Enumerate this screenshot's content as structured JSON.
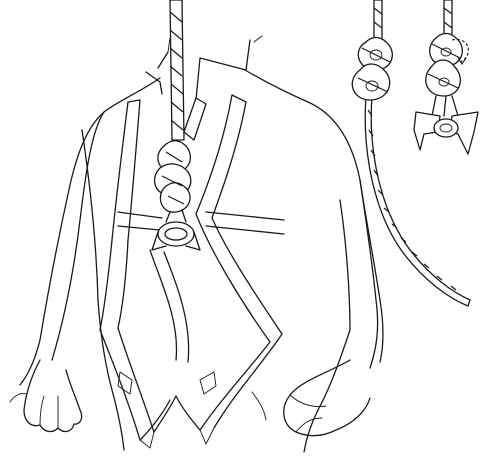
{
  "figure": {
    "panels": [
      {
        "id": "main",
        "subject": "person-in-full-body-harness",
        "attachment": "dorsal-d-ring",
        "knot": "figure-eight-follow-through"
      },
      {
        "id": "detail-left",
        "subject": "figure-eight-knot-on-rope"
      },
      {
        "id": "detail-right",
        "subject": "figure-eight-knot-tied-to-d-ring",
        "arrow": "dashed-rotation-arrow"
      }
    ],
    "colors": {
      "line": "#1a1a1a",
      "background": "#ffffff"
    }
  }
}
